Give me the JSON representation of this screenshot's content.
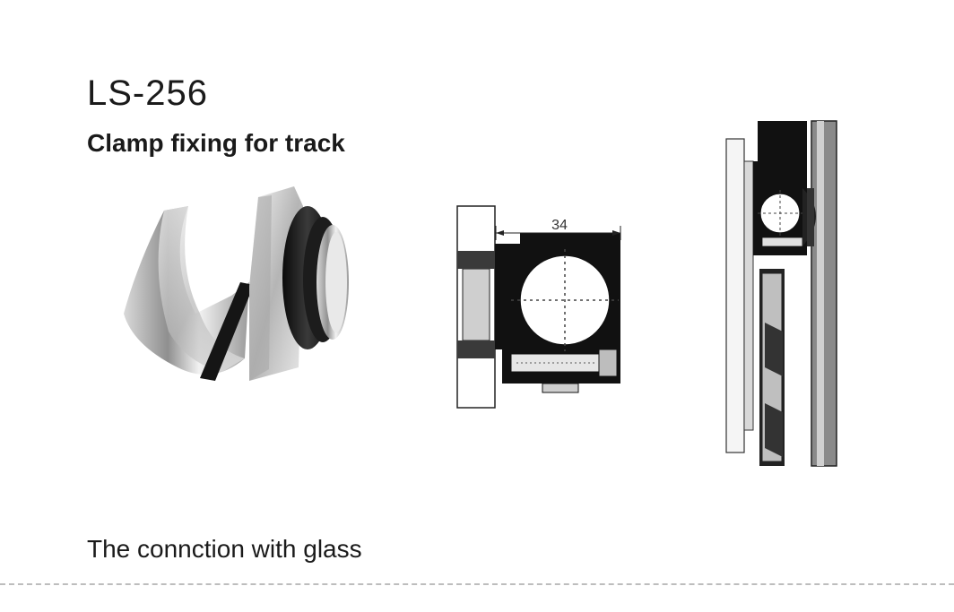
{
  "product": {
    "code": "LS-256",
    "description": "Clamp fixing for track"
  },
  "drawing": {
    "dimension_label": "34"
  },
  "caption": "The connction with glass"
}
